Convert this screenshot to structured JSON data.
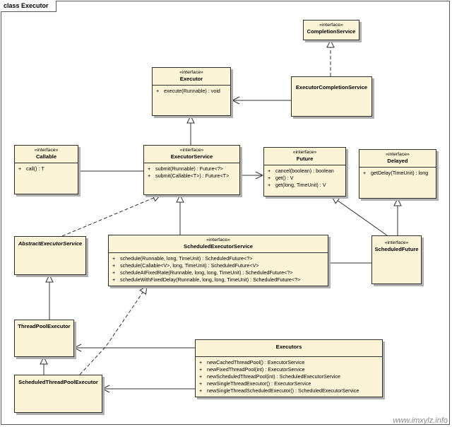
{
  "diagram": {
    "frame_label": "class Executor",
    "watermark": "www.imxylz.info",
    "classes": {
      "completion_service": {
        "stereotype": "«interface»",
        "name": "CompletionService",
        "ops": []
      },
      "executor": {
        "stereotype": "«interface»",
        "name": "Executor",
        "ops": [
          {
            "vis": "+",
            "sig": "execute(Runnable) : void"
          }
        ]
      },
      "executor_completion_service": {
        "stereotype": "",
        "name": "ExecutorCompletionService",
        "ops": []
      },
      "callable": {
        "stereotype": "«interface»",
        "name": "Callable",
        "ops": [
          {
            "vis": "+",
            "sig": "call() : T"
          }
        ]
      },
      "executor_service": {
        "stereotype": "«interface»",
        "name": "ExecutorService",
        "ops": [
          {
            "vis": "+",
            "sig": "submit(Runnable) : Future<?>"
          },
          {
            "vis": "+",
            "sig": "submit(Callable<T>) : Future<T>"
          }
        ]
      },
      "future": {
        "stereotype": "«interface»",
        "name": "Future",
        "ops": [
          {
            "vis": "+",
            "sig": "cancel(boolean) : boolean"
          },
          {
            "vis": "+",
            "sig": "get() : V"
          },
          {
            "vis": "+",
            "sig": "get(long, TimeUnit) : V"
          }
        ]
      },
      "delayed": {
        "stereotype": "«interface»",
        "name": "Delayed",
        "ops": [
          {
            "vis": "+",
            "sig": "getDelay(TimeUnit) : long"
          }
        ]
      },
      "abstract_executor_service": {
        "stereotype": "",
        "name": "AbstractExecutorService",
        "ops": []
      },
      "scheduled_executor_service": {
        "stereotype": "«interface»",
        "name": "ScheduledExecutorService",
        "ops": [
          {
            "vis": "+",
            "sig": "schedule(Runnable, long, TimeUnit) : ScheduledFuture<?>"
          },
          {
            "vis": "+",
            "sig": "schedule(Callable<V>, long, TimeUnit) : ScheduledFuture<V>"
          },
          {
            "vis": "+",
            "sig": "scheduleAtFixedRate(Runnable, long, long, TimeUnit) : ScheduledFuture<?>"
          },
          {
            "vis": "+",
            "sig": "scheduleWithFixedDelay(Runnable, long, long, TimeUnit) : ScheduledFuture<?>"
          }
        ]
      },
      "scheduled_future": {
        "stereotype": "«interface»",
        "name": "ScheduledFuture",
        "ops": []
      },
      "thread_pool_executor": {
        "stereotype": "",
        "name": "ThreadPoolExecutor",
        "ops": []
      },
      "scheduled_thread_pool_executor": {
        "stereotype": "",
        "name": "ScheduledThreadPoolExecutor",
        "ops": []
      },
      "executors": {
        "stereotype": "",
        "name": "Executors",
        "ops": [
          {
            "vis": "+",
            "sig": "newCachedThreadPool() : ExecutorService"
          },
          {
            "vis": "+",
            "sig": "newFixedThreadPool(int) : ExecutorService"
          },
          {
            "vis": "+",
            "sig": "newScheduledThreadPool(int) : ScheduledExecutorService"
          },
          {
            "vis": "+",
            "sig": "newSingleThreadExecutor() : ExecutorService"
          },
          {
            "vis": "+",
            "sig": "newSingleThreadScheduledExecutor() : ScheduledExecutorService"
          }
        ]
      }
    }
  }
}
